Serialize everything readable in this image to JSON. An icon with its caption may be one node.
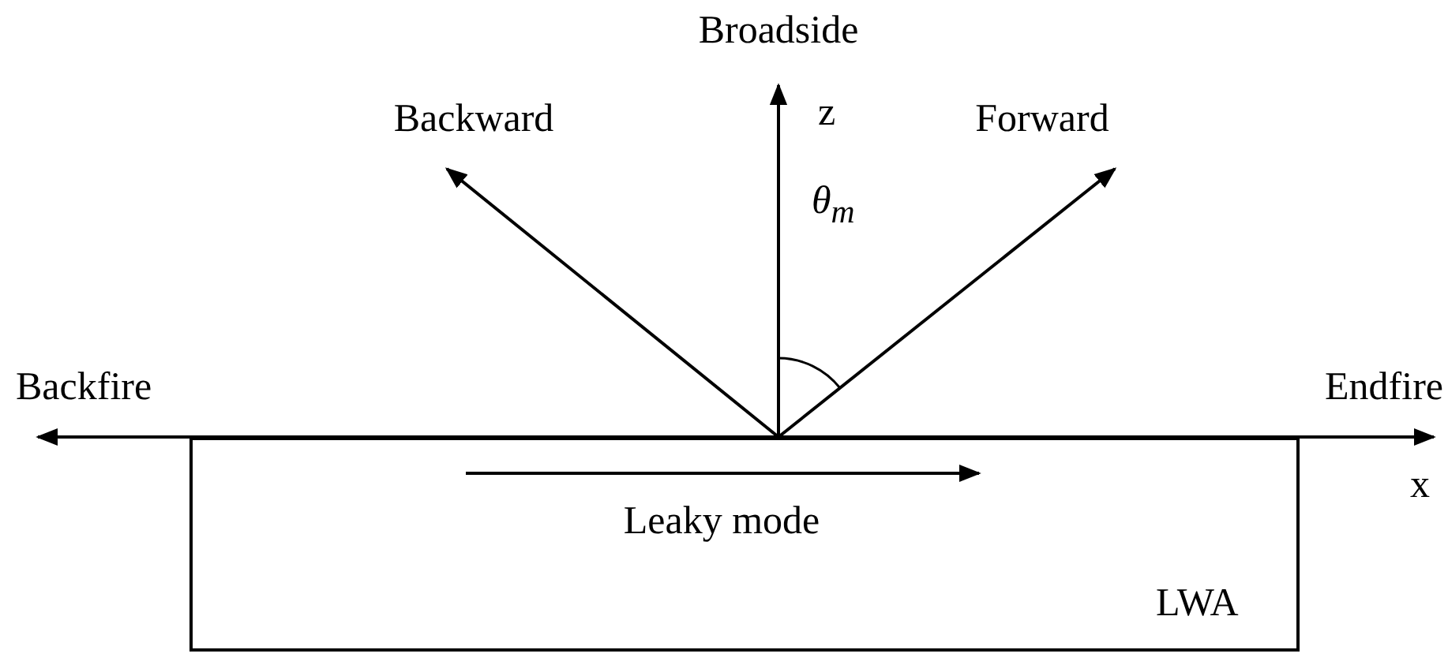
{
  "diagram": {
    "nodes": [
      {
        "text": [
          "Leaky mode",
          "LWA"
        ]
      }
    ],
    "labels": [
      "Broadside",
      "Backward",
      "z",
      "Forward",
      "θ$_{m}$",
      "Backfire",
      "Endfire",
      "x"
    ]
  }
}
